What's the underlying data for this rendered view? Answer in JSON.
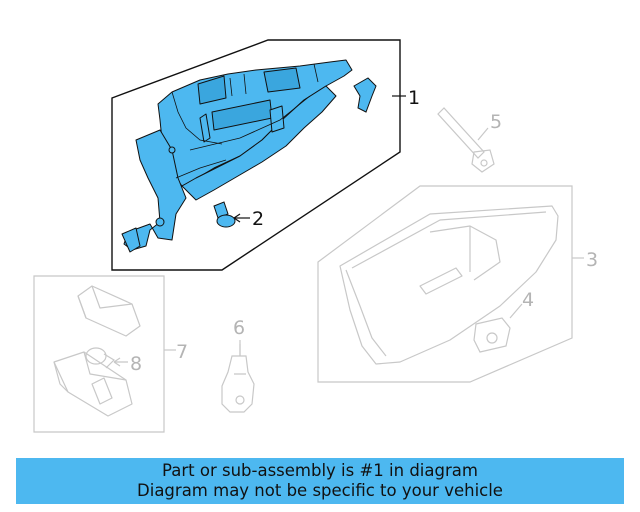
{
  "diagram": {
    "highlight_color": "#4db8f0",
    "callouts": [
      {
        "key": "c1",
        "label": "1",
        "active": true
      },
      {
        "key": "c2",
        "label": "2",
        "active": true
      },
      {
        "key": "c3",
        "label": "3",
        "active": false
      },
      {
        "key": "c4",
        "label": "4",
        "active": false
      },
      {
        "key": "c5",
        "label": "5",
        "active": false
      },
      {
        "key": "c6",
        "label": "6",
        "active": false
      },
      {
        "key": "c7",
        "label": "7",
        "active": false
      },
      {
        "key": "c8",
        "label": "8",
        "active": false
      }
    ]
  },
  "banner": {
    "line1": "Part or sub-assembly is #1 in diagram",
    "line2": "Diagram may not be specific to your vehicle",
    "background": "#4db8f0"
  }
}
